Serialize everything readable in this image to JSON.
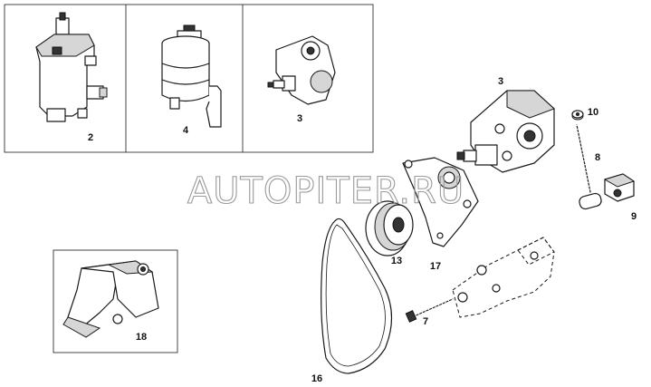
{
  "watermark": "AUTOPITER.RU",
  "callouts": {
    "pump_side_view": "2",
    "reservoir": "4",
    "pump_inset": "3",
    "pump_main": "3",
    "nut": "10",
    "adjusting_bolt": "8",
    "tensioner_block": "9",
    "pulley": "13",
    "bracket": "17",
    "stud_bolt": "7",
    "drive_belt": "16",
    "mounting_bracket": "18"
  }
}
